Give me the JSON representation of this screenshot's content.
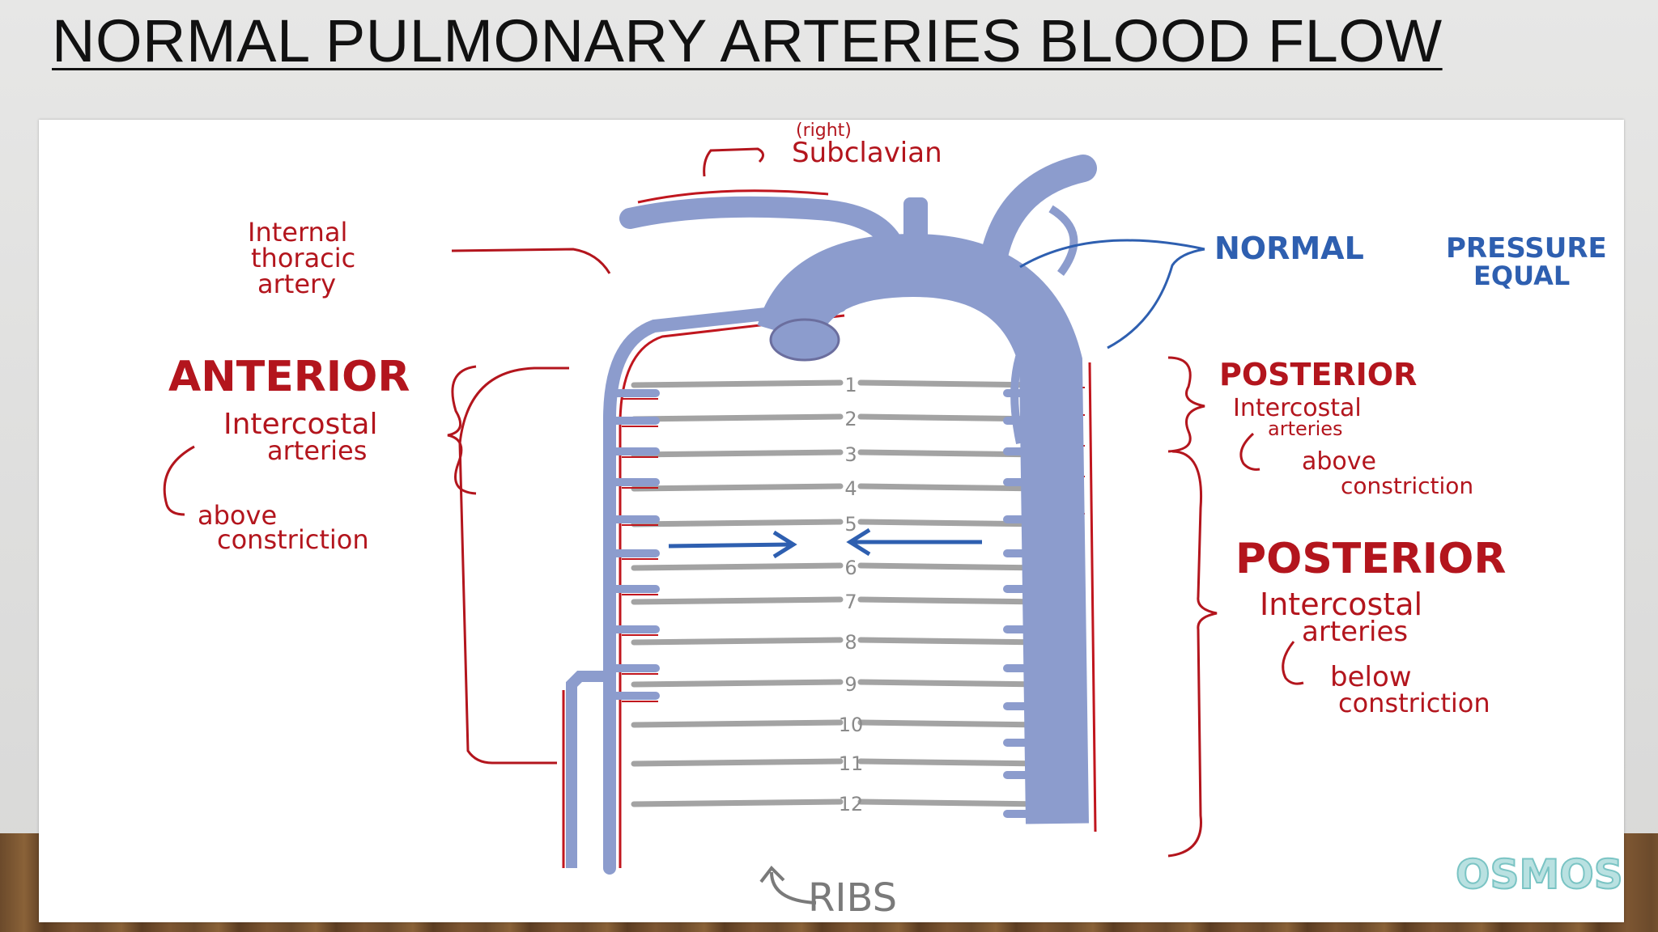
{
  "slide": {
    "title": "NORMAL PULMONARY ARTERIES BLOOD FLOW"
  },
  "diagram": {
    "labels": {
      "subclavian_qualifier": "(right)",
      "subclavian": "Subclavian",
      "internal_thoracic": [
        "Internal",
        "thoracic",
        "artery"
      ],
      "anterior_heading": "ANTERIOR",
      "anterior_sub": [
        "Intercostal",
        "arteries"
      ],
      "anterior_note": [
        "above",
        "constriction"
      ],
      "normal": "NORMAL",
      "pressure_equal": [
        "PRESSURE",
        "EQUAL"
      ],
      "posterior_upper_heading": "POSTERIOR",
      "posterior_upper_sub": [
        "Intercostal",
        "arteries"
      ],
      "posterior_upper_note": [
        "above",
        "constriction"
      ],
      "posterior_lower_heading": "POSTERIOR",
      "posterior_lower_sub": [
        "Intercostal",
        "arteries"
      ],
      "posterior_lower_note": [
        "below",
        "constriction"
      ],
      "ribs": "RIBS",
      "watermark": "OSMOS"
    },
    "rib_numbers": [
      "1",
      "2",
      "3",
      "4",
      "5",
      "6",
      "7",
      "8",
      "9",
      "10",
      "11",
      "12"
    ],
    "colors": {
      "vessel": "#8c9ccd",
      "outline_red": "#c0161e",
      "label_red": "#b3151d",
      "label_blue": "#2e5fb0",
      "rib_gray": "#a3a3a3",
      "watermark_teal": "#7ac4c4"
    }
  }
}
